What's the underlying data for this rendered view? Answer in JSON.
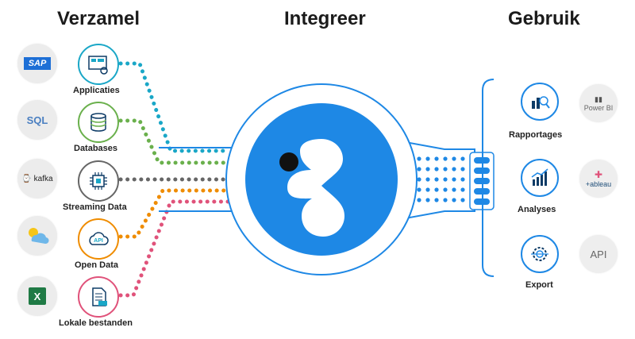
{
  "headings": {
    "collect": "Verzamel",
    "integrate": "Integreer",
    "use": "Gebruik"
  },
  "sources": [
    {
      "name": "sap-logo",
      "text": "SAP"
    },
    {
      "name": "sql-logo",
      "text": "SQL"
    },
    {
      "name": "kafka-logo",
      "text": "kafka"
    },
    {
      "name": "weather-cloud-icon",
      "text": ""
    },
    {
      "name": "excel-logo",
      "text": "X"
    }
  ],
  "categories": [
    {
      "label": "Applicaties",
      "color": "#1aa7c7",
      "icon": "application-icon"
    },
    {
      "label": "Databases",
      "color": "#6ab04c",
      "icon": "database-icon"
    },
    {
      "label": "Streaming Data",
      "color": "#666666",
      "icon": "chip-icon"
    },
    {
      "label": "Open Data",
      "color": "#ef8c00",
      "icon": "api-cloud-icon"
    },
    {
      "label": "Lokale bestanden",
      "color": "#e0527a",
      "icon": "xlsx-file-icon"
    }
  ],
  "outputs": [
    {
      "label": "Rapportages",
      "icon": "report-icon"
    },
    {
      "label": "Analyses",
      "icon": "analysis-chart-icon"
    },
    {
      "label": "Export",
      "icon": "export-gear-icon"
    }
  ],
  "tools": [
    {
      "name": "power-bi-logo",
      "text": "Power BI"
    },
    {
      "name": "tableau-logo",
      "text": "+ableau"
    },
    {
      "name": "api-logo",
      "text": "API"
    }
  ],
  "colors": {
    "accent": "#1e88e5",
    "dark": "#0d3b66",
    "bridge": "#1e88e5"
  }
}
